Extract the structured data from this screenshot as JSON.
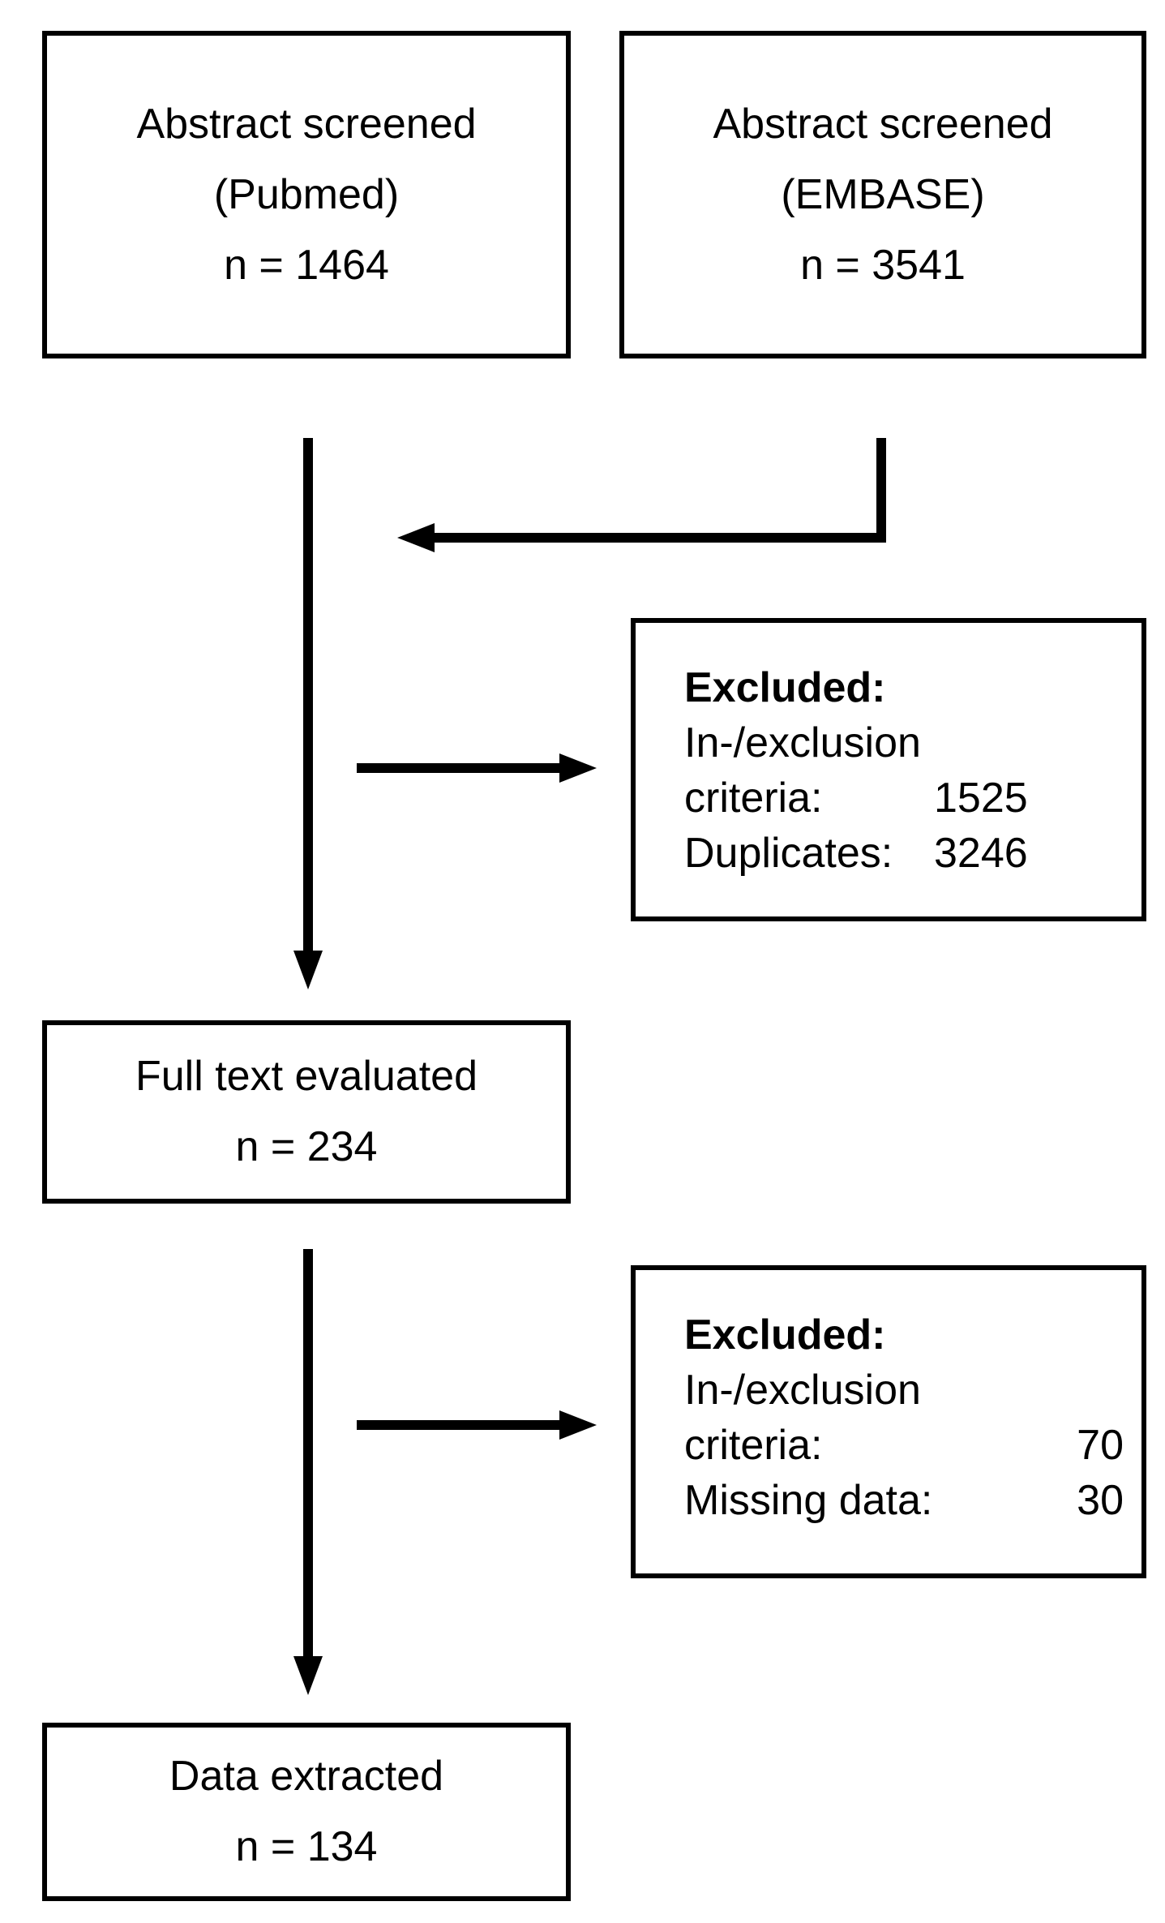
{
  "boxes": {
    "pubmed": {
      "title": "Abstract screened",
      "source": "(Pubmed)",
      "count": "n = 1464"
    },
    "embase": {
      "title": "Abstract screened",
      "source": "(EMBASE)",
      "count": "n = 3541"
    },
    "excluded_abstract": {
      "title": "Excluded:",
      "line1": "In-/exclusion",
      "line2_label": "criteria:",
      "line2_value": "1525",
      "line3_label": "Duplicates:",
      "line3_value": "3246"
    },
    "fulltext": {
      "title": "Full text evaluated",
      "count": "n = 234"
    },
    "excluded_fulltext": {
      "title": "Excluded:",
      "line1": "In-/exclusion",
      "line2_label": "criteria:",
      "line2_value": "70",
      "line3_label": "Missing data:",
      "line3_value": "30"
    },
    "extracted": {
      "title": "Data extracted",
      "count": "n = 134"
    }
  },
  "colors": {
    "stroke": "#000000",
    "background": "#ffffff"
  }
}
